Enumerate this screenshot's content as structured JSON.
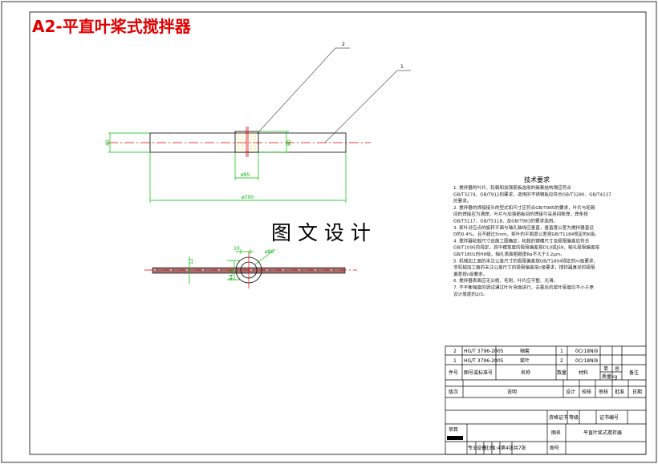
{
  "title": "A2-平直叶桨式搅拌器",
  "watermark": "图 文 设 计",
  "colors": {
    "title": "#e00000",
    "dimension": "#00c000",
    "centerline": "#e00000",
    "weld": "#ffd000"
  },
  "main_view": {
    "leaders": [
      "2",
      "1"
    ],
    "dimensions": {
      "shaft_height": "40",
      "hub_height": "80",
      "hub_dia": "ø95",
      "overall_dia": "ø700"
    }
  },
  "top_view": {
    "dimensions": {
      "key_width": "10",
      "hub_outer": "ø80",
      "key_depth": "44.4",
      "blade_thickness": "12"
    }
  },
  "requirements": {
    "heading": "技术要求",
    "lines": [
      "1. 搅拌器的叶片、轮毂和加强筋板选用的碳素结构钢应符合",
      "GB/T3274、GB/T912的要求，选用的不锈钢板应符合GB/T3280、GB/T4237",
      "的要求。",
      "2. 搅拌器的焊接接头的型式和尺寸应符合GB/T985的要求，叶片与轮毂",
      "间的焊接应为满焊，叶片与加强筋板间的焊接可采用间断焊，焊条按",
      "GB/T5117、GB/T5118、及GB/T983的要求选用。",
      "3. 桨叶对应点的旋转平面与轴孔轴线应垂直，垂直度公差为搅拌器直径",
      "D的0.4%，且不超过5mm，桨叶的平面度公差按GB/T1184规定的K级。",
      "4. 搅拌器轮毂尺寸由施工图确定，轮毂的键槽尺寸及极限偏差应符合",
      "GB/T1095的规定，其中槽宽度的极限偏差按D10或JS9，轴孔极限偏差按",
      "GB/T1801的H8级，轴孔表面粗糙度Ra不大于3.2μm。",
      "5. 机械加工面的未注公差尺寸的极限偏差按GB/T1804规定的m级要求，",
      "非机械加工面的未注公差尺寸的极限偏差按c级要求，搅拌器直径的极限",
      "偏差按c级要求。",
      "6. 搅拌器表面应无尖棱、毛刺，叶片应平整、光滑。",
      "7. 不平衡强度的调试通过叶片背面进行，去重后的桨叶厚度应不小于原",
      "设计厚度的2/3。"
    ]
  },
  "title_block": {
    "parts": [
      {
        "no": "2",
        "std": "HG/T 3796-2005",
        "name": "轴套",
        "qty": "1",
        "material": "0Cr18Ni9"
      },
      {
        "no": "1",
        "std": "HG/T 3796-2005",
        "name": "桨叶",
        "qty": "2",
        "material": "0Cr18Ni9"
      }
    ],
    "header": {
      "no": "件号",
      "std": "图号或标准号",
      "name": "名称",
      "qty": "数量",
      "material": "材料",
      "unit": "单",
      "total": "总",
      "mass": "质量kg",
      "remark": "备注"
    },
    "rev_row": [
      "版次",
      "说明",
      "设计",
      "校核",
      "审核",
      "批准",
      "日期"
    ],
    "cert_row": [
      "资格证书",
      "等级",
      "证书编号"
    ],
    "project": "项目",
    "drawing_name_label": "图名",
    "drawing_name": "平直叶桨式搅拌器",
    "bottom_row": [
      "专业",
      "设备",
      "比例",
      "1:4",
      "第4张共7张",
      "图号"
    ]
  }
}
